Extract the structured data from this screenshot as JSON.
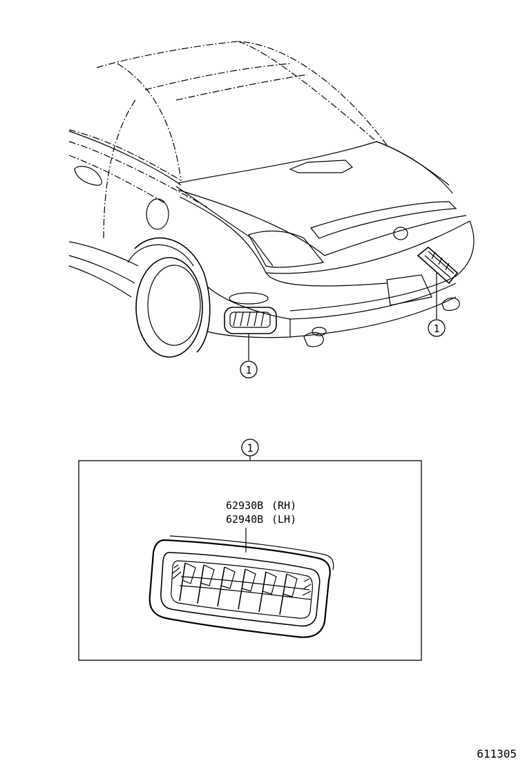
{
  "callouts": {
    "rear_right": "1",
    "rear_left": "1",
    "detail_header": "1"
  },
  "parts": [
    {
      "number": "62930B",
      "side": "(RH)"
    },
    {
      "number": "62940B",
      "side": "(LH)"
    }
  ],
  "illustration_number": "611305"
}
